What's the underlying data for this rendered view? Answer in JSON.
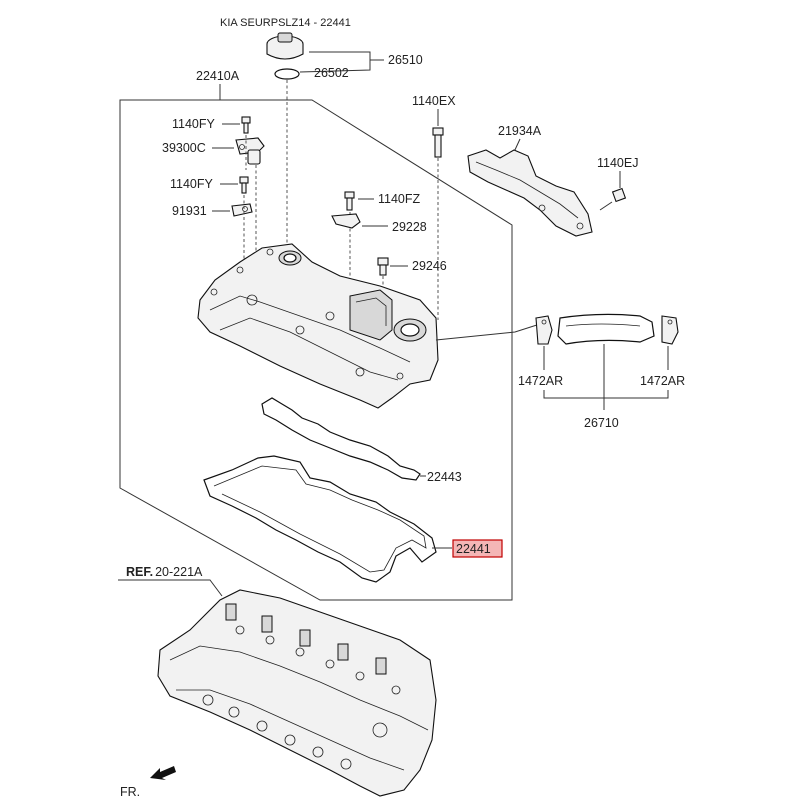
{
  "title": "KIA SEURPSLZ14 - 22441",
  "labels": {
    "p26510": "26510",
    "p26502": "26502",
    "p22410A": "22410A",
    "p1140EX": "1140EX",
    "p1140FY_top": "1140FY",
    "p39300C": "39300C",
    "p21934A": "21934A",
    "p1140EJ": "1140EJ",
    "p1140FY_mid": "1140FY",
    "p1140FZ": "1140FZ",
    "p91931": "91931",
    "p29228": "29228",
    "p29246": "29246",
    "p1472AR_left": "1472AR",
    "p1472AR_right": "1472AR",
    "p26710": "26710",
    "p22443": "22443",
    "p22441": "22441",
    "ref_prefix": "REF.",
    "ref_number": "20-221A",
    "front": "FR."
  },
  "highlight_color": "#f4b6b6"
}
